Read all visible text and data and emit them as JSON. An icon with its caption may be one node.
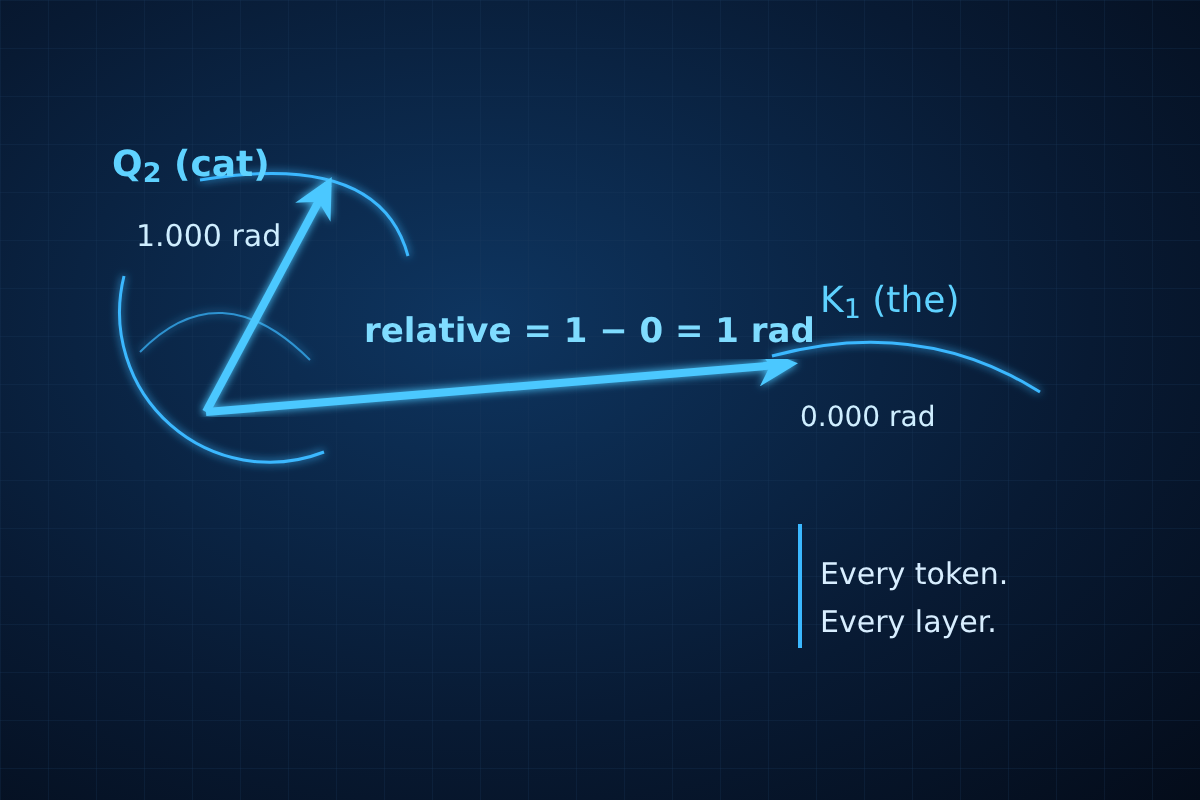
{
  "diagram": {
    "labels": [
      "Q$_{2}$ (cat)",
      "1.000 rad",
      "relative = 1 − 0 = 1 rad",
      "K$_{1}$ (the)",
      "0.000 rad",
      "Every token.",
      "Every layer."
    ]
  }
}
